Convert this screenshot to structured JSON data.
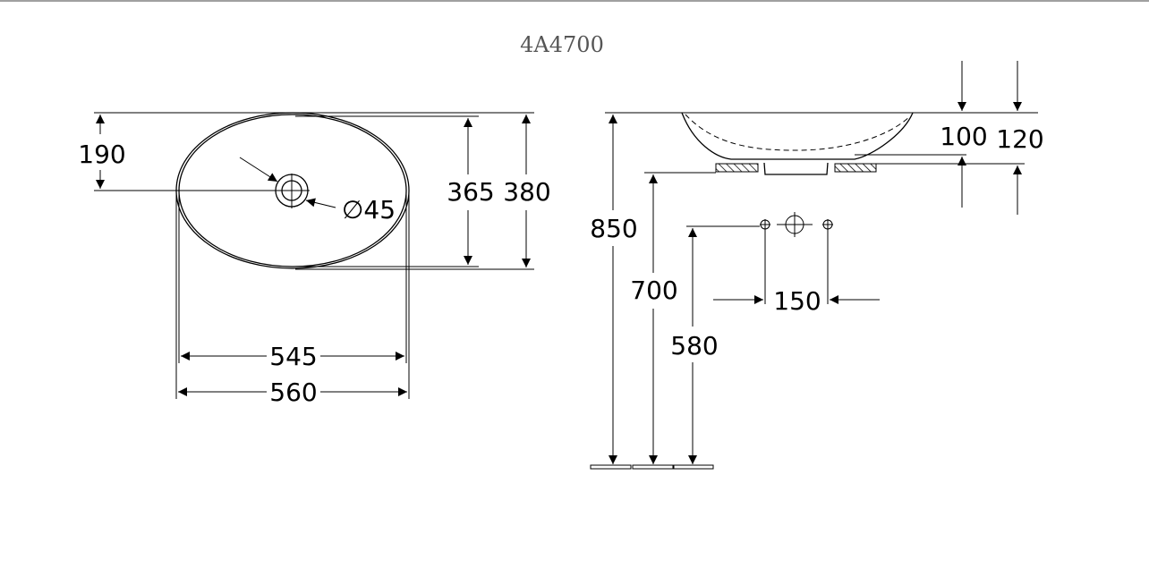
{
  "title": "4A4700",
  "top_view": {
    "dim_hole_offset": "190",
    "dim_inner_depth": "365",
    "dim_outer_depth": "380",
    "dim_hole_diameter": "∅45",
    "dim_inner_width": "545",
    "dim_outer_width": "560"
  },
  "side_view": {
    "dim_total_height": "850",
    "dim_counter_height": "700",
    "dim_tap_height": "580",
    "dim_tap_spacing": "150",
    "dim_basin_height": "100",
    "dim_overall_height": "120"
  }
}
